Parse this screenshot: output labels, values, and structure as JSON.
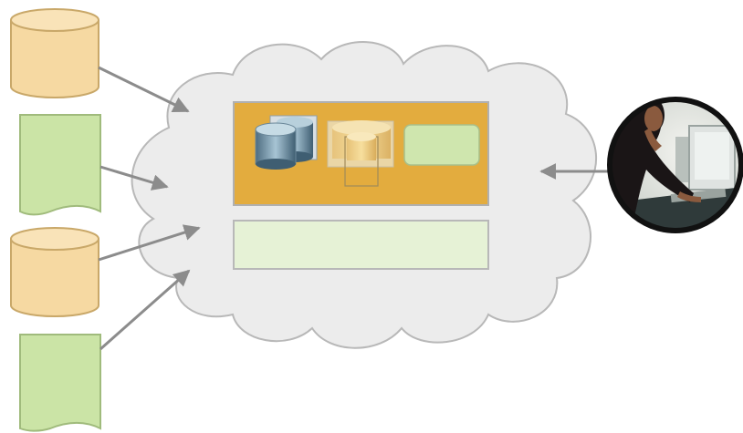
{
  "diagram": {
    "sources": [
      {
        "kind": "database"
      },
      {
        "kind": "document"
      },
      {
        "kind": "database"
      },
      {
        "kind": "document"
      }
    ],
    "cloud_contents": {
      "top_panel": [
        "blue-database-stack",
        "gold-database-stack",
        "green-box"
      ],
      "bottom_panel": "empty"
    },
    "user": {
      "kind": "person-at-computer"
    }
  },
  "colors": {
    "database_fill": "#F6D9A2",
    "document_fill": "#CBE4A6",
    "cloud_fill": "#ECECEC",
    "panel_gold": "#E3AC3E",
    "panel_green": "#E6F2D6",
    "arrow": "#8C8C8C"
  }
}
